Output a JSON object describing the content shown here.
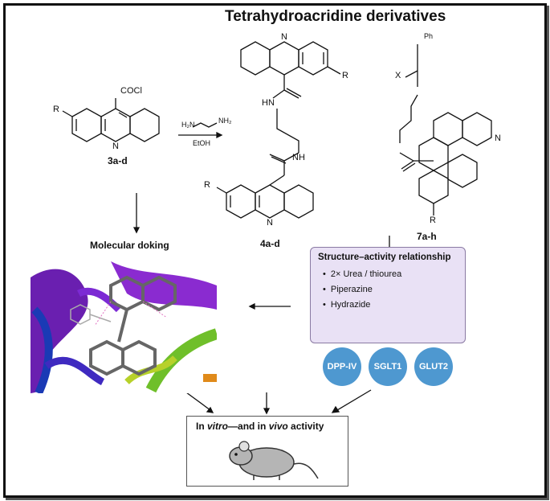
{
  "title": "Tetrahydroacridine derivatives",
  "compounds": {
    "c3": {
      "label": "3a-d",
      "substituent": "R",
      "group": "COCl",
      "n": "N"
    },
    "c4": {
      "label": "4a-d",
      "nh1": "HN",
      "nh2": "NH",
      "n": "N",
      "r1": "R",
      "r2": "R"
    },
    "c7": {
      "label": "7a-h",
      "x": "X",
      "ph": "Ph",
      "n": "N",
      "r": "R"
    }
  },
  "reaction": {
    "reagent": "H₂N",
    "reagent2": "NH₂",
    "solvent": "EtOH"
  },
  "docking": {
    "label": "Molecular doking"
  },
  "sar": {
    "title": "Structure–activity relationship",
    "items": [
      "2× Urea / thiourea",
      "Piperazine",
      "Hydrazide"
    ],
    "targets": [
      "DPP-IV",
      "SGLT1",
      "GLUT2"
    ],
    "colors": {
      "box": "#e9e1f5",
      "circle": "#4e98d0"
    }
  },
  "activity": {
    "prefix": "In ",
    "vitro": "vitro",
    "mid": "—and in ",
    "vivo": "vivo",
    "suffix": " activity"
  }
}
